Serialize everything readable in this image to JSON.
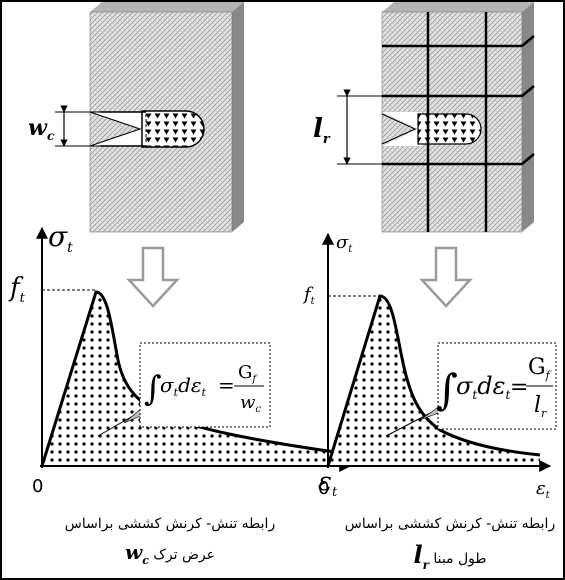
{
  "left_panel": {
    "crack_width_label": "w",
    "crack_width_sub": "c",
    "stress_axis_label": "σ",
    "stress_axis_sub": "t",
    "strength_label": "f",
    "strength_sub": "t",
    "strain_axis_label": "ε",
    "strain_axis_sub": "t",
    "origin_label": "0",
    "formula": {
      "integral": "∫",
      "integrand": "σ",
      "integrand_sub": "t",
      "d": "dε",
      "d_sub": "t",
      "equals": "=",
      "numerator": "G",
      "numerator_sub": "f",
      "denominator": "w",
      "denominator_sub": "c"
    },
    "caption_line1": "رابطه تنش- کرنش کششی براساس",
    "caption_line2": "عرض ترک",
    "caption_symbol": "w",
    "caption_symbol_sub": "c"
  },
  "right_panel": {
    "length_label": "l",
    "length_sub": "r",
    "stress_axis_label": "σ",
    "stress_axis_sub": "t",
    "strength_label": "f",
    "strength_sub": "t",
    "strain_axis_label": "ε",
    "strain_axis_sub": "t",
    "origin_label": "0",
    "formula": {
      "integral": "∫",
      "integrand": "σ",
      "integrand_sub": "t",
      "d": "dε",
      "d_sub": "t",
      "equals": "=",
      "numerator": "G",
      "numerator_sub": "f",
      "denominator": "l",
      "denominator_sub": "r"
    },
    "caption_line1": "رابطه تنش- کرنش کششی براساس",
    "caption_line2": "طول مبنا",
    "caption_symbol": "l",
    "caption_symbol_sub": "r"
  },
  "colors": {
    "block_face": "#d9d9d9",
    "block_side": "#888888",
    "block_top": "#b3b3b3",
    "line": "#000000",
    "arrow": "#bdbdbd"
  }
}
